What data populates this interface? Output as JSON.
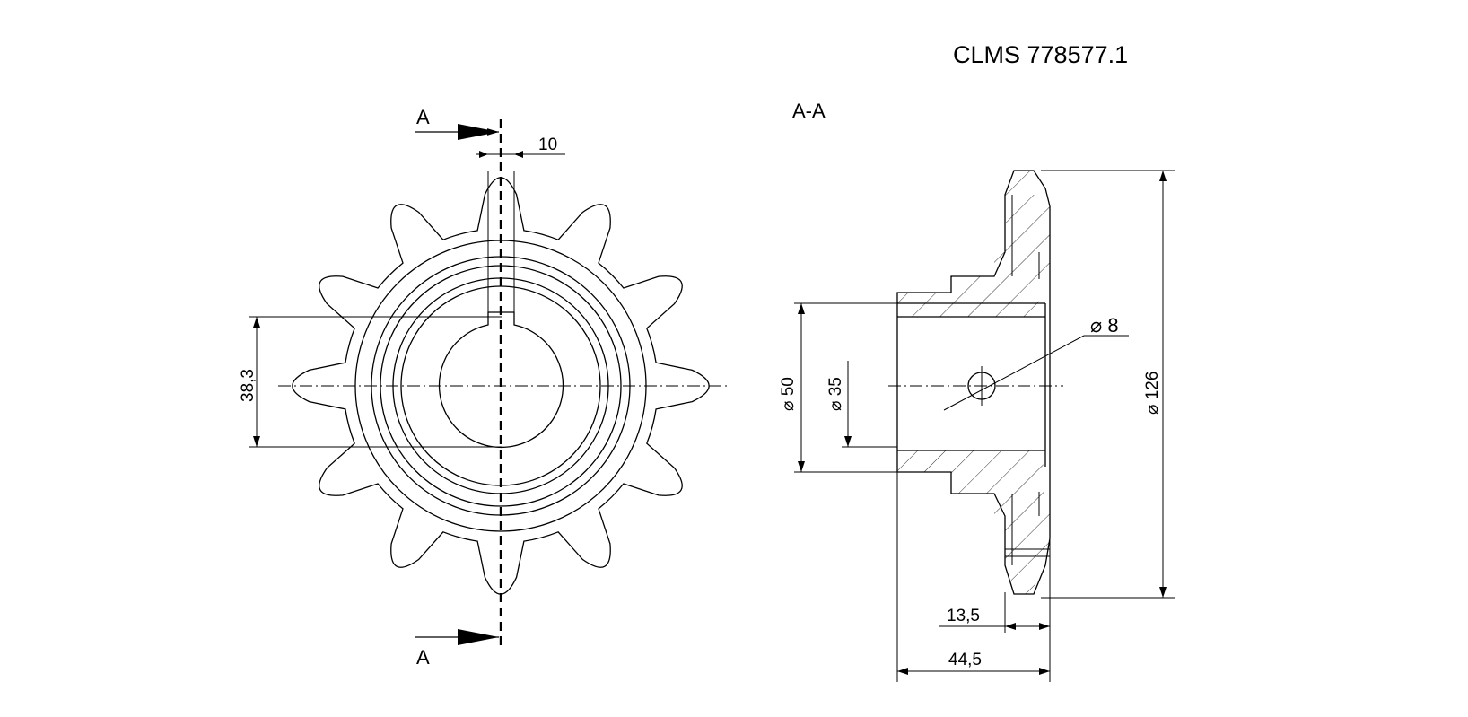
{
  "drawing": {
    "part_number": "CLMS 778577.1",
    "section_label": "A-A",
    "cut_marker_top": "A",
    "cut_marker_bottom": "A"
  },
  "dimensions": {
    "keyway_width": "10",
    "key_height": "38,3",
    "bore_dia": "⌀ 35",
    "hub_dia": "⌀ 50",
    "outer_dia": "⌀ 126",
    "hole_dia": "⌀ 8",
    "tooth_width": "13,5",
    "total_length": "44,5"
  },
  "sprocket": {
    "teeth": 12
  }
}
